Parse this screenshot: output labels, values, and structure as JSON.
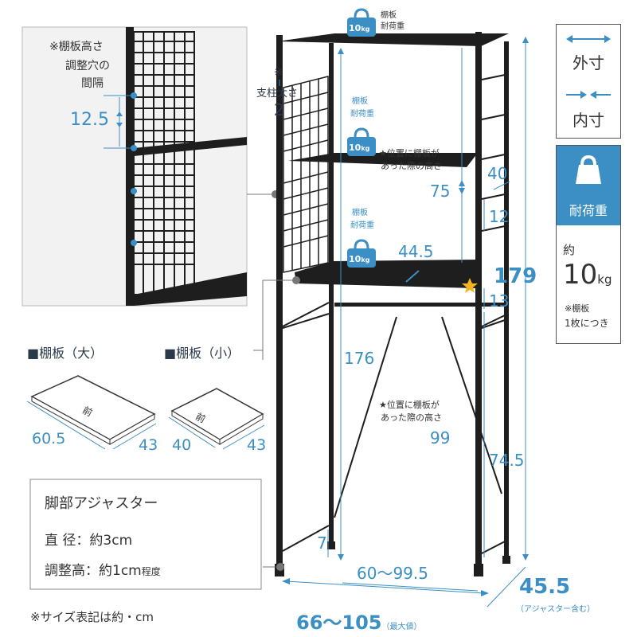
{
  "legend": {
    "outer": "外寸",
    "inner": "内寸",
    "load_header": "耐荷重",
    "load_approx": "約",
    "load_value": "10",
    "load_unit": "kg",
    "load_note1": "※棚板",
    "load_note2": "1枚につき"
  },
  "inset": {
    "note_line1": "※棚板高さ",
    "note_line2": "調整穴の",
    "note_line3": "間隔",
    "interval": "12.5"
  },
  "pillar": {
    "line1": "※",
    "line2": "支柱太さ",
    "value": "2"
  },
  "weight_tag": {
    "value": "10",
    "unit": "kg",
    "label1": "棚板",
    "label2": "耐荷重"
  },
  "shelf_large": {
    "title": "■棚板（大）",
    "front": "前",
    "width": "60.5",
    "depth": "43"
  },
  "shelf_small": {
    "title": "■棚板（小）",
    "front": "前",
    "width": "40",
    "depth": "43"
  },
  "star_note": {
    "line1": "★位置に棚板が",
    "line2": "あった際の高さ"
  },
  "dims": {
    "h75": "75",
    "d40": "40",
    "h12": "12",
    "d44_5": "44.5",
    "h179": "179",
    "h13": "13",
    "h176": "176",
    "h99": "99",
    "h74_5": "74.5",
    "h7": "7",
    "w60_99_5": "60〜99.5",
    "d45_5": "45.5",
    "d45_5_note": "（アジャスター含む）",
    "w66_105": "66〜105",
    "w66_105_note": "（最大値）"
  },
  "adjuster": {
    "title": "脚部アジャスター",
    "dia_label": "直 径",
    "dia_value": "：約3cm",
    "adj_label": "調整高",
    "adj_value": "：約1cm",
    "adj_suffix": "程度"
  },
  "footnote": "※サイズ表記は約・cm",
  "colors": {
    "accent": "#3b8fc4",
    "frame": "#1e1e1e",
    "panel": "#3b8fc4",
    "inset_bg": "#f2f2f2"
  },
  "icons": [
    "double-arrow-outer-icon",
    "double-arrow-inner-icon",
    "kettlebell-weight-icon",
    "star-icon"
  ]
}
